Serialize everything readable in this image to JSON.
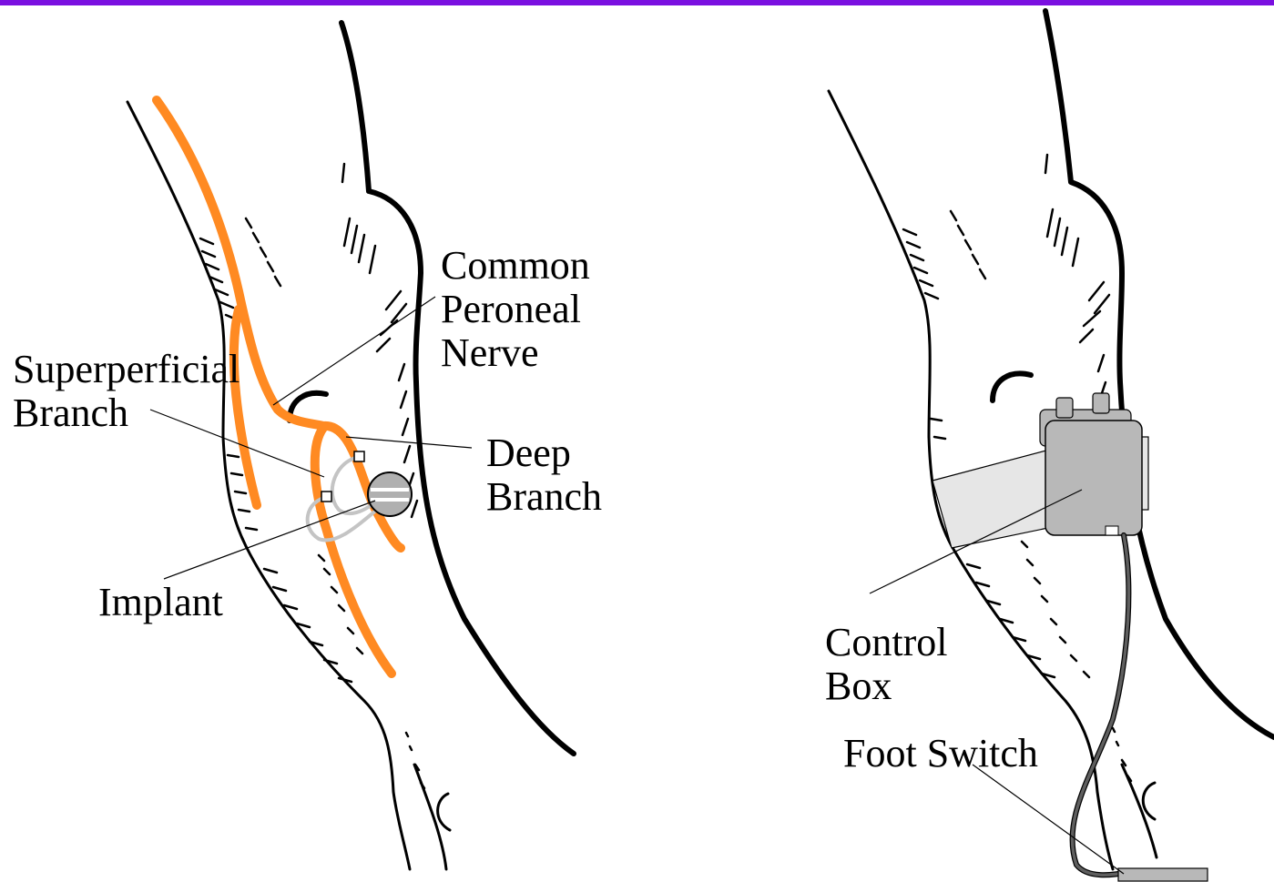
{
  "colors": {
    "banner": "#7a0fe0",
    "nerve": "#ff8a22",
    "implant_lead": "#c4c4c4",
    "control_box": "#b8b8b8",
    "strap": "#e6e6e6",
    "foot_switch_cable": "#5f5f5f"
  },
  "left_panel": {
    "labels": {
      "common_peroneal_line1": "Common",
      "common_peroneal_line2": "Peroneal",
      "common_peroneal_line3": "Nerve",
      "superficial_line1": "Superperficial",
      "superficial_line2": "Branch",
      "deep_line1": "Deep",
      "deep_line2": "Branch",
      "implant": "Implant"
    }
  },
  "right_panel": {
    "labels": {
      "control_line1": "Control",
      "control_line2": "Box",
      "foot_switch": "Foot Switch"
    }
  }
}
